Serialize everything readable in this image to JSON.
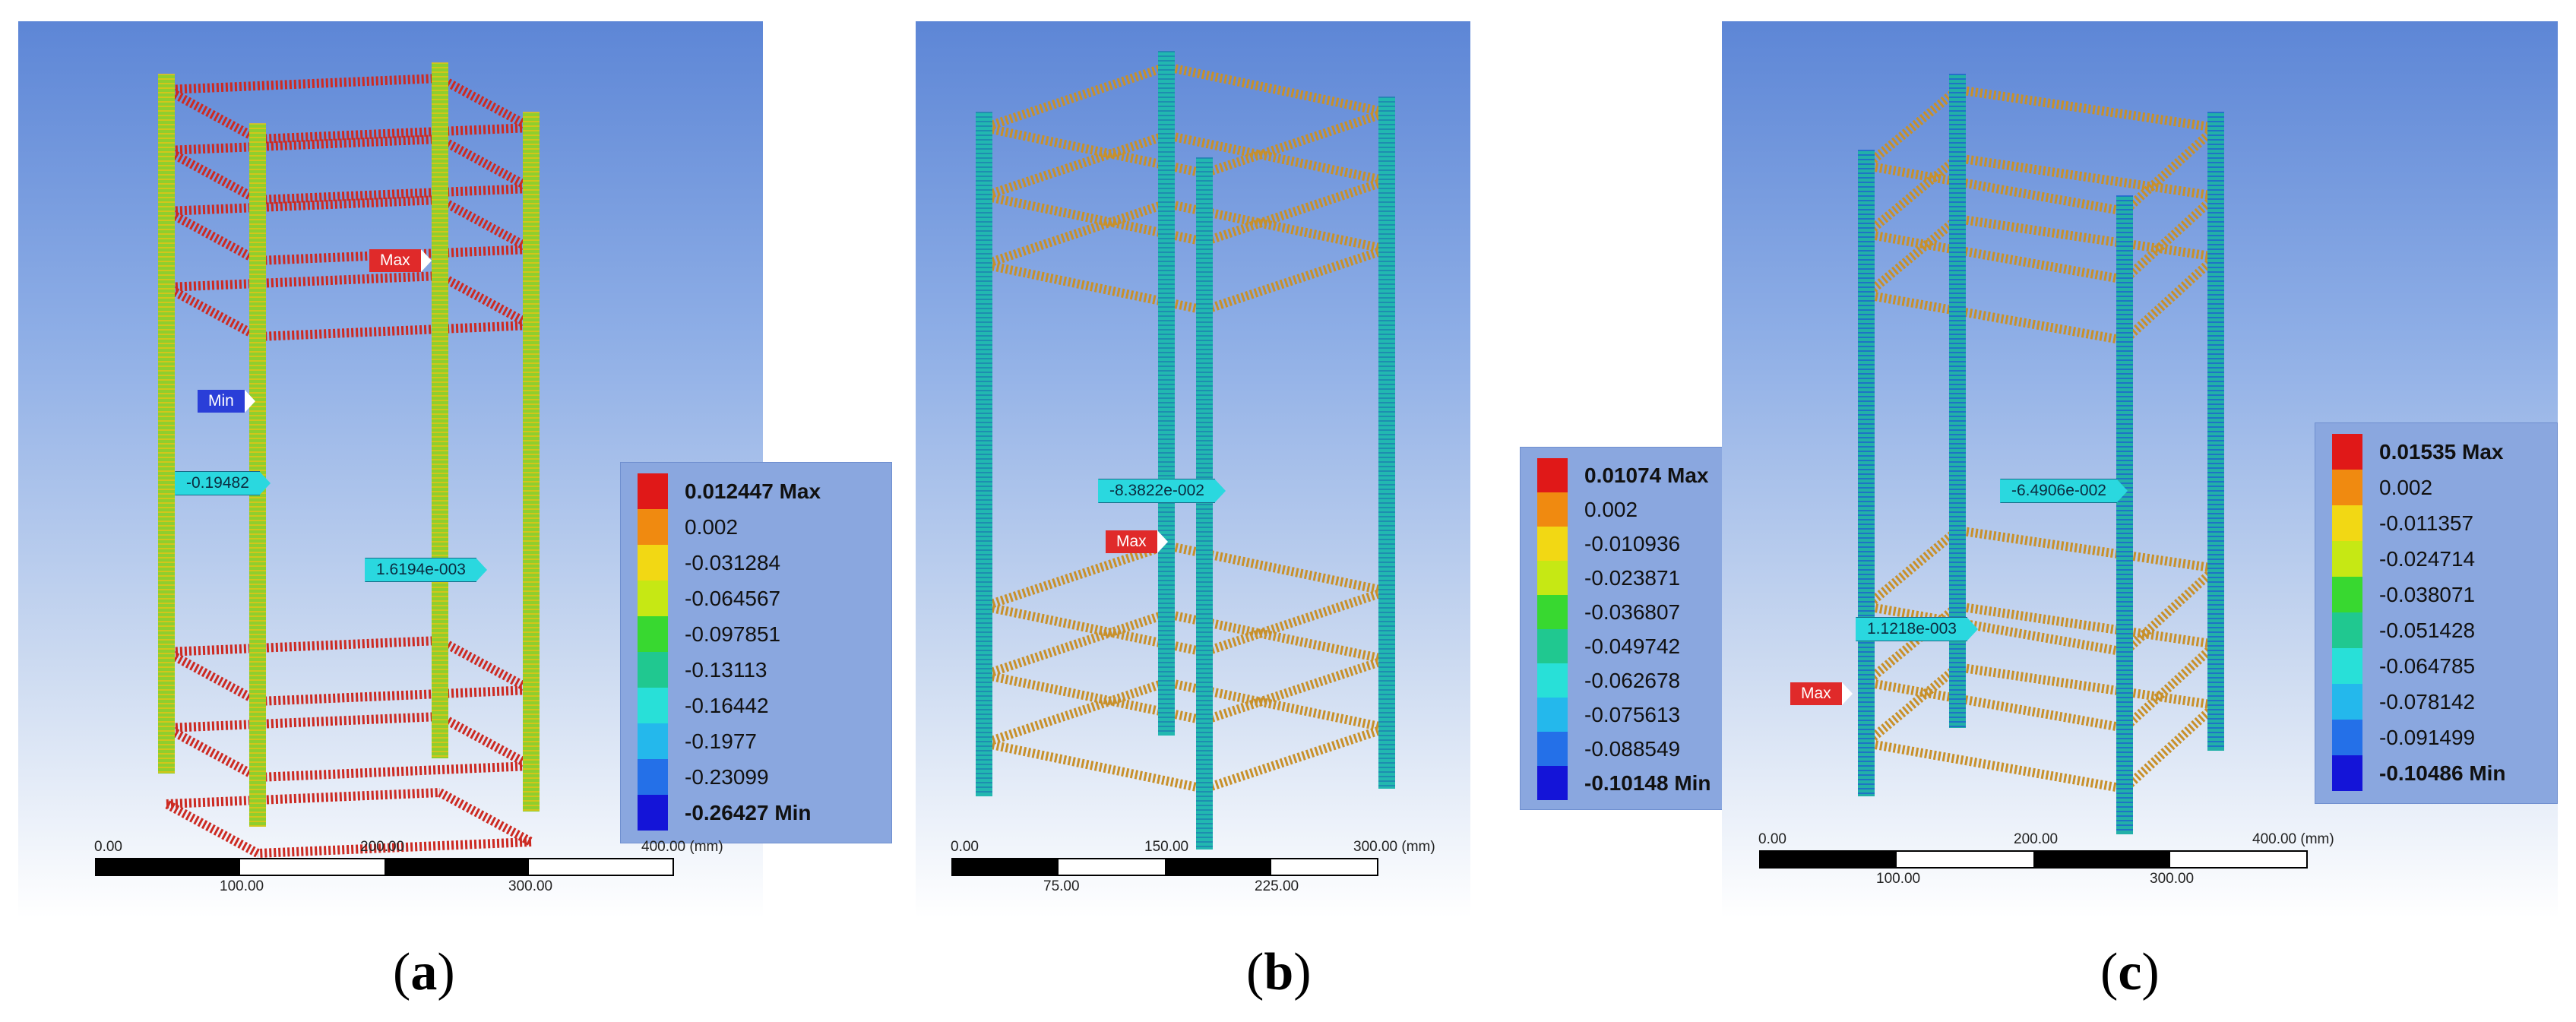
{
  "panels": [
    {
      "id": "a",
      "caption_open": "(",
      "caption_letter": "a",
      "caption_close": ")",
      "bar_color": "#cc2a22",
      "legend": [
        {
          "text": "0.012447 Max",
          "color": "#e01818",
          "bold": true
        },
        {
          "text": "0.002",
          "color": "#f08a10",
          "bold": false
        },
        {
          "text": "-0.031284",
          "color": "#f2d814",
          "bold": false
        },
        {
          "text": "-0.064567",
          "color": "#c6e814",
          "bold": false
        },
        {
          "text": "-0.097851",
          "color": "#38d830",
          "bold": false
        },
        {
          "text": "-0.13113",
          "color": "#20c890",
          "bold": false
        },
        {
          "text": "-0.16442",
          "color": "#28e0d8",
          "bold": false
        },
        {
          "text": "-0.1977",
          "color": "#24b8ec",
          "bold": false
        },
        {
          "text": "-0.23099",
          "color": "#2470e8",
          "bold": false
        },
        {
          "text": "-0.26427 Min",
          "color": "#1414d8",
          "bold": true
        }
      ],
      "probes": [
        {
          "text": "Max",
          "style": "red"
        },
        {
          "text": "Min",
          "style": "blue"
        },
        {
          "text": "-0.19482",
          "style": "cyan"
        },
        {
          "text": "1.6194e-003",
          "style": "cyan"
        }
      ],
      "scale_top": [
        "0.00",
        "200.00",
        "400.00 (mm)"
      ],
      "scale_bottom": [
        "100.00",
        "300.00"
      ]
    },
    {
      "id": "b",
      "caption_open": "(",
      "caption_letter": "b",
      "caption_close": ")",
      "bar_color": "#c8902a",
      "legend": [
        {
          "text": "0.01074 Max",
          "color": "#e01818",
          "bold": true
        },
        {
          "text": "0.002",
          "color": "#f08a10",
          "bold": false
        },
        {
          "text": "-0.010936",
          "color": "#f2d814",
          "bold": false
        },
        {
          "text": "-0.023871",
          "color": "#c6e814",
          "bold": false
        },
        {
          "text": "-0.036807",
          "color": "#38d830",
          "bold": false
        },
        {
          "text": "-0.049742",
          "color": "#20c890",
          "bold": false
        },
        {
          "text": "-0.062678",
          "color": "#28e0d8",
          "bold": false
        },
        {
          "text": "-0.075613",
          "color": "#24b8ec",
          "bold": false
        },
        {
          "text": "-0.088549",
          "color": "#2470e8",
          "bold": false
        },
        {
          "text": "-0.10148 Min",
          "color": "#1414d8",
          "bold": true
        }
      ],
      "probes": [
        {
          "text": "-8.3822e-002",
          "style": "cyan"
        },
        {
          "text": "Max",
          "style": "red"
        }
      ],
      "scale_top": [
        "0.00",
        "150.00",
        "300.00 (mm)"
      ],
      "scale_bottom": [
        "75.00",
        "225.00"
      ]
    },
    {
      "id": "c",
      "caption_open": "(",
      "caption_letter": "c",
      "caption_close": ")",
      "bar_color": "#c8902a",
      "legend": [
        {
          "text": "0.01535 Max",
          "color": "#e01818",
          "bold": true
        },
        {
          "text": "0.002",
          "color": "#f08a10",
          "bold": false
        },
        {
          "text": "-0.011357",
          "color": "#f2d814",
          "bold": false
        },
        {
          "text": "-0.024714",
          "color": "#c6e814",
          "bold": false
        },
        {
          "text": "-0.038071",
          "color": "#38d830",
          "bold": false
        },
        {
          "text": "-0.051428",
          "color": "#20c890",
          "bold": false
        },
        {
          "text": "-0.064785",
          "color": "#28e0d8",
          "bold": false
        },
        {
          "text": "-0.078142",
          "color": "#24b8ec",
          "bold": false
        },
        {
          "text": "-0.091499",
          "color": "#2470e8",
          "bold": false
        },
        {
          "text": "-0.10486 Min",
          "color": "#1414d8",
          "bold": true
        }
      ],
      "probes": [
        {
          "text": "-6.4906e-002",
          "style": "cyan"
        },
        {
          "text": "1.1218e-003",
          "style": "cyan"
        },
        {
          "text": "Max",
          "style": "red"
        }
      ],
      "scale_top": [
        "0.00",
        "200.00",
        "400.00 (mm)"
      ],
      "scale_bottom": [
        "100.00",
        "300.00"
      ]
    }
  ]
}
